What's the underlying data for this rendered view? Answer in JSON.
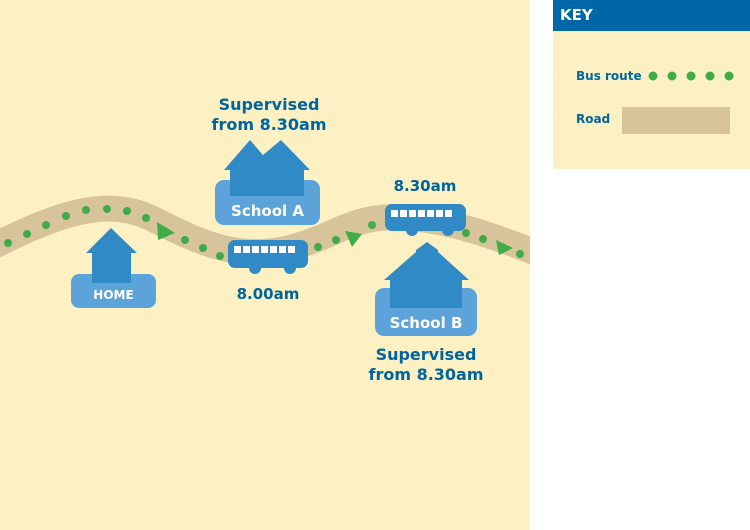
{
  "colors": {
    "map_background": "#fdf0c2",
    "road": "#d8c49a",
    "bus_route_dot": "#3fac48",
    "building_blue": "#2f8ac6",
    "label_blue": "#00659e",
    "key_header": "#0067a6"
  },
  "places": {
    "home": {
      "label": "HOME",
      "icon": "house-icon"
    },
    "school_a": {
      "label": "School A",
      "icon": "school-icon",
      "note_lines": [
        "Supervised",
        "from 8.30am"
      ]
    },
    "school_b": {
      "label": "School B",
      "icon": "school-icon",
      "note_lines": [
        "Supervised",
        "from 8.30am"
      ]
    }
  },
  "buses": [
    {
      "time": "8.00am",
      "icon": "bus-icon"
    },
    {
      "time": "8.30am",
      "icon": "bus-icon"
    }
  ],
  "key": {
    "title": "KEY",
    "items": [
      {
        "label": "Bus route",
        "symbol": "green-dots"
      },
      {
        "label": "Road",
        "symbol": "road-swatch"
      }
    ]
  }
}
